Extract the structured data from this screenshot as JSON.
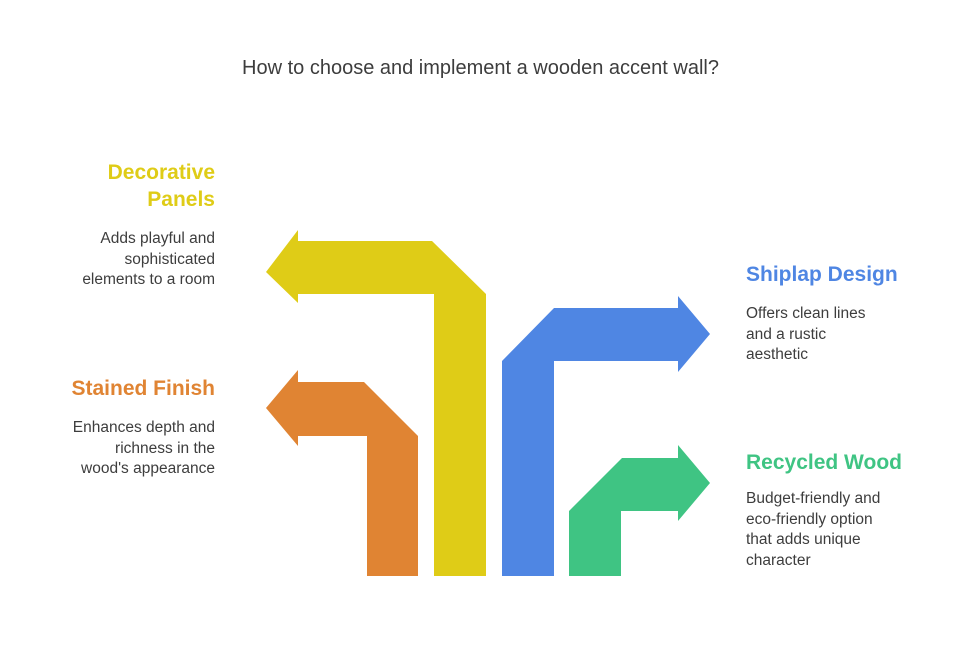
{
  "title": "How to choose and implement a wooden accent wall?",
  "colors": {
    "yellow": "#dfcc17",
    "orange": "#e08433",
    "blue": "#4f86e3",
    "green": "#3fc483"
  },
  "items": [
    {
      "heading_lines": [
        "Decorative",
        "Panels"
      ],
      "description_lines": [
        "Adds playful and",
        "sophisticated",
        "elements to a room"
      ],
      "color": "yellow",
      "arrow_direction": "left"
    },
    {
      "heading_lines": [
        "Stained Finish"
      ],
      "description_lines": [
        "Enhances depth and",
        "richness in the",
        "wood's appearance"
      ],
      "color": "orange",
      "arrow_direction": "left"
    },
    {
      "heading_lines": [
        "Shiplap Design"
      ],
      "description_lines": [
        "Offers clean lines",
        "and a rustic",
        "aesthetic"
      ],
      "color": "blue",
      "arrow_direction": "right"
    },
    {
      "heading_lines": [
        "Recycled Wood"
      ],
      "description_lines": [
        "Budget-friendly and",
        "eco-friendly option",
        "that adds unique",
        "character"
      ],
      "color": "green",
      "arrow_direction": "right"
    }
  ]
}
